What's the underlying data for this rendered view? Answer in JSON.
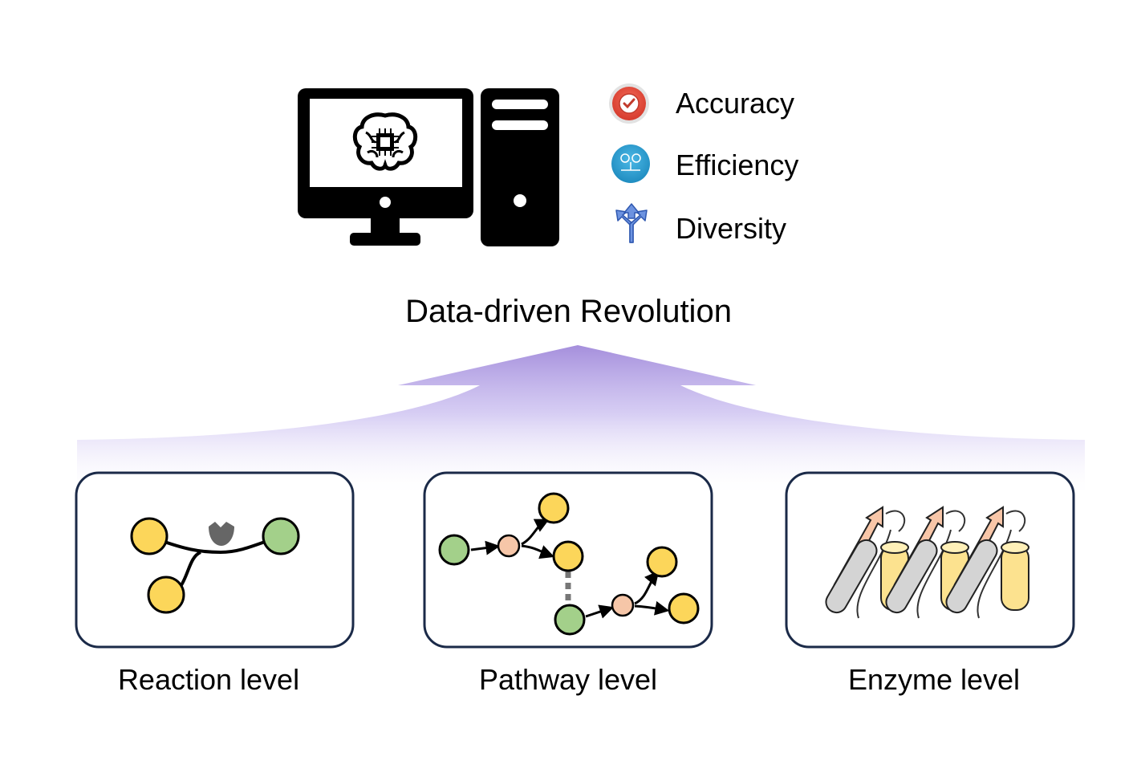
{
  "metrics": [
    {
      "label": "Accuracy",
      "icon": "accuracy-check-icon",
      "color": "#e8503f"
    },
    {
      "label": "Efficiency",
      "icon": "efficiency-gauge-icon",
      "color": "#2b9fd3"
    },
    {
      "label": "Diversity",
      "icon": "diversity-arrows-icon",
      "color": "#4a74c9"
    }
  ],
  "title": "Data-driven Revolution",
  "levels": [
    {
      "label": "Reaction level"
    },
    {
      "label": "Pathway level"
    },
    {
      "label": "Enzyme level"
    }
  ],
  "colors": {
    "node_yellow": "#fcd65a",
    "node_green": "#a3d08a",
    "node_peach": "#f6c6a8",
    "arrow_purple": "#a58fdc",
    "panel_border": "#1b2a48"
  }
}
